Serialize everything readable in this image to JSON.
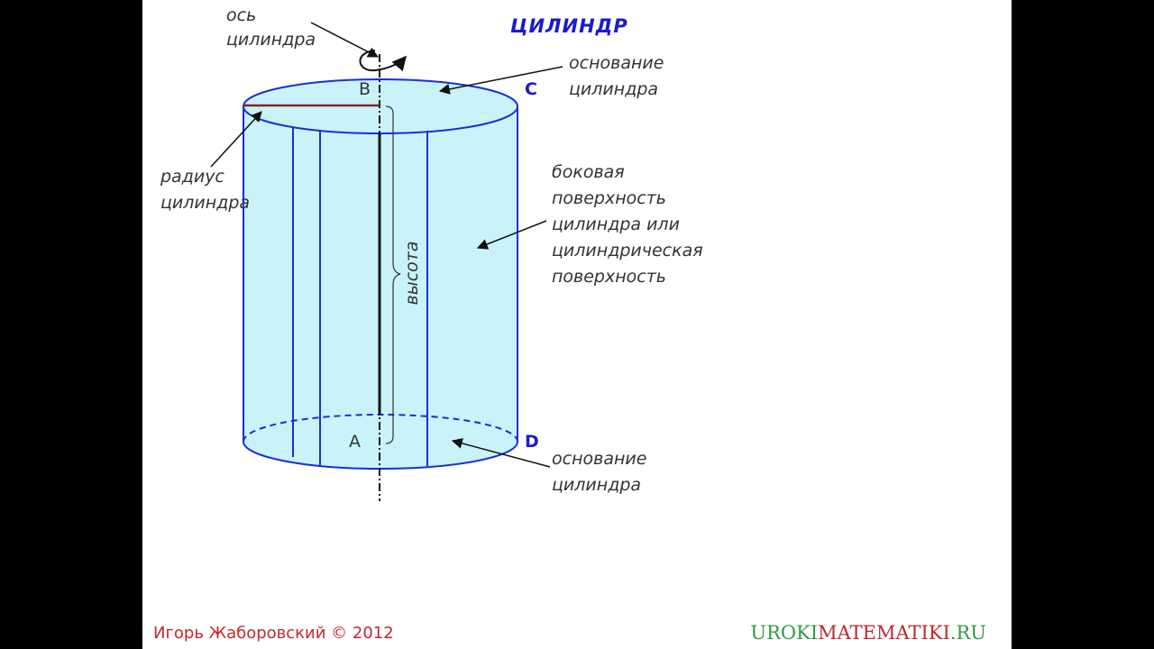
{
  "title": "ЦИЛИНДР",
  "labels": {
    "axis": [
      "ось",
      "цилиндра"
    ],
    "top_base": [
      "основание",
      "цилиндра"
    ],
    "radius": [
      "радиус",
      "цилиндра"
    ],
    "lateral": [
      "боковая",
      "поверхность",
      "цилиндра или",
      "цилиндрическая",
      "поверхность"
    ],
    "bottom_base": [
      "основание",
      "цилиндра"
    ],
    "height": "высота"
  },
  "points": {
    "b": "B",
    "c": "C",
    "a": "A",
    "d": "D"
  },
  "footer": {
    "author": "Игорь Жаборовский © 2012",
    "site_part1": "UROKI",
    "site_part2": "MATEMATIKI",
    "site_part3": ".RU"
  },
  "colors": {
    "cylinder_fill": "#c9f3f9",
    "cylinder_stroke": "#1a2fd6",
    "radius": "#8b1f2a",
    "title": "#1a1ad0",
    "point_label": "#1a1ad0",
    "footer_author": "#c0282f",
    "site_green": "#2e9b3f",
    "site_red": "#c0282f"
  }
}
